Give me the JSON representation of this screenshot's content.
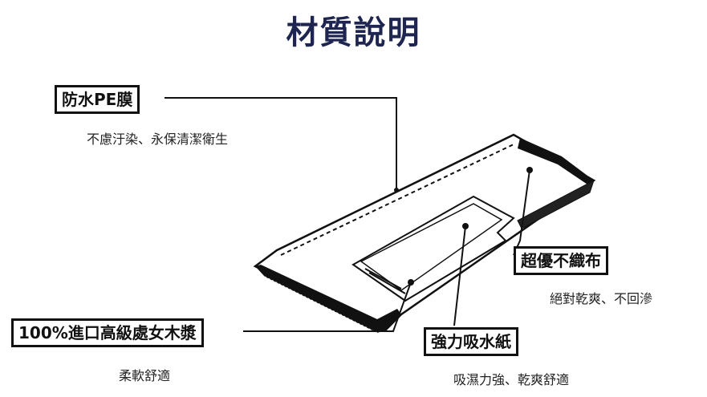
{
  "title": "材質說明",
  "callouts": [
    {
      "label": "防水PE膜",
      "desc": "不慮汙染、永保清潔衛生"
    },
    {
      "label": "超優不織布",
      "desc": "絕對乾爽、不回滲"
    },
    {
      "label": "100%進口高級處女木漿",
      "desc": "柔軟舒適"
    },
    {
      "label": "強力吸水紙",
      "desc": "吸濕力強、乾爽舒適"
    }
  ]
}
